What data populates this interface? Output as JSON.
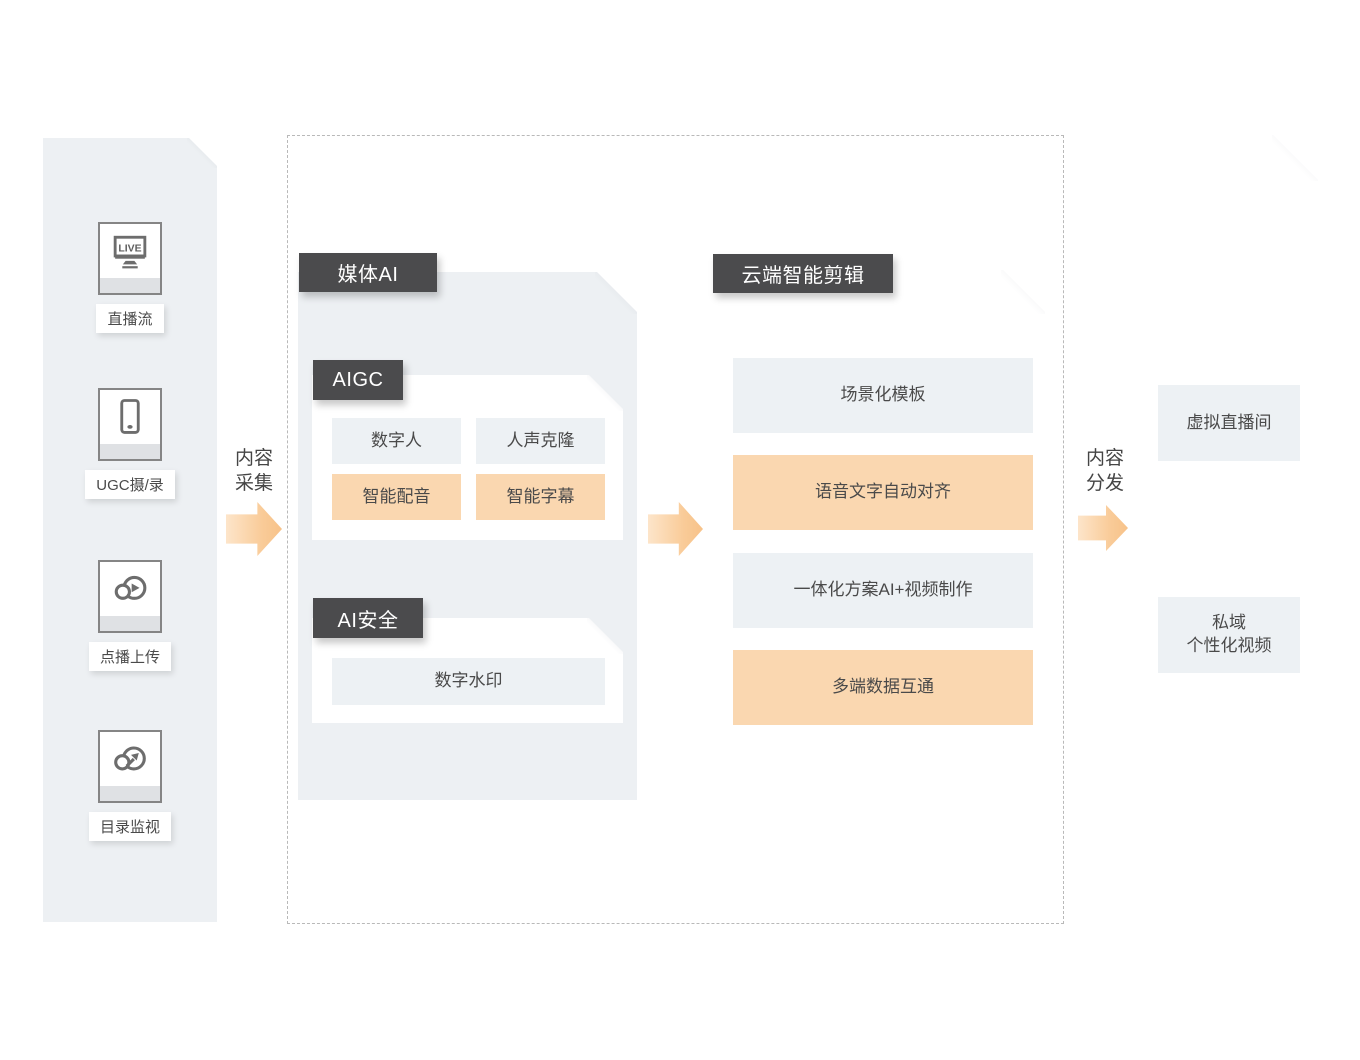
{
  "sources": {
    "items": [
      {
        "label": "直播流",
        "icon": "live-monitor-icon"
      },
      {
        "label": "UGC摄/录",
        "icon": "smartphone-icon"
      },
      {
        "label": "点播上传",
        "icon": "cloud-play-icon"
      },
      {
        "label": "目录监视",
        "icon": "cloud-arrow-icon"
      }
    ]
  },
  "arrows": {
    "collect_label": "内容\n采集",
    "distribute_label": "内容\n分发"
  },
  "media_ai": {
    "title": "媒体AI",
    "aigc": {
      "title": "AIGC",
      "chips": [
        {
          "label": "数字人",
          "variant": "gray"
        },
        {
          "label": "人声克隆",
          "variant": "gray"
        },
        {
          "label": "智能配音",
          "variant": "orange"
        },
        {
          "label": "智能字幕",
          "variant": "orange"
        }
      ]
    },
    "ai_security": {
      "title": "AI安全",
      "chips": [
        {
          "label": "数字水印",
          "variant": "gray"
        }
      ]
    }
  },
  "cloud_editing": {
    "title": "云端智能剪辑",
    "rows": [
      {
        "label": "场景化模板",
        "variant": "gray"
      },
      {
        "label": "语音文字自动对齐",
        "variant": "orange"
      },
      {
        "label": "一体化方案AI+视频制作",
        "variant": "gray"
      },
      {
        "label": "多端数据互通",
        "variant": "orange"
      }
    ]
  },
  "outputs": {
    "items": [
      {
        "label": "虚拟直播间"
      },
      {
        "label": "私域\n个性化视频"
      }
    ]
  },
  "colors": {
    "accent_orange": "#FAD7B0",
    "chip_gray": "#EDF1F4",
    "panel_gray": "#EDF0F3",
    "header_dark": "#4B4B4D"
  }
}
